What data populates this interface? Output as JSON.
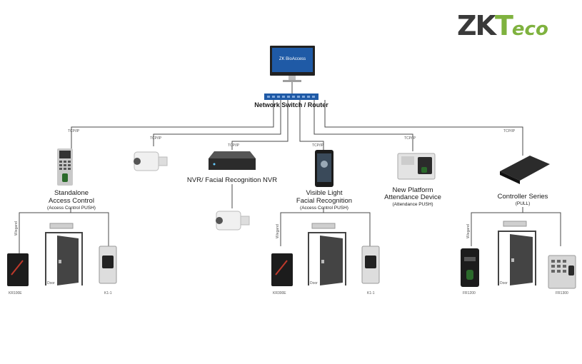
{
  "brand": {
    "logo_main": "ZK",
    "logo_t": "T",
    "logo_eco": "eco"
  },
  "monitor": {
    "screen_text": "ZK BioAccess"
  },
  "switch": {
    "label": "Network Switch / Router"
  },
  "links": {
    "tcpip": "TCP/IP"
  },
  "devices": {
    "standalone": {
      "title1": "Standalone",
      "title2": "Access Control",
      "sub": "(Access Control PUSH)"
    },
    "nvr": {
      "title": "NVR/ Facial Recognition NVR"
    },
    "visible": {
      "title1": "Visible Light",
      "title2": "Facial Recognition",
      "sub": "(Access Control PUSH)"
    },
    "attendance": {
      "title1": "New Platform",
      "title2": "Attendance Device",
      "sub": "(Attendance PUSH)"
    },
    "controller": {
      "title": "Controller Series",
      "sub": "(PULL)"
    }
  },
  "peripherals": {
    "g1_reader": "KR100E",
    "g1_exit": "K1-1",
    "g1_door": "Door",
    "g1_wiegand": "Wiegand",
    "g2_reader": "KR300E",
    "g2_exit": "K1-1",
    "g2_door": "Door",
    "g2_wiegand": "Wiegand",
    "g3_reader": "FR1200",
    "g3_exit": "FR1300",
    "g3_door": "Door",
    "g3_wiegand": "Wiegand"
  },
  "colors": {
    "wire": "#4a4a4a",
    "accent": "#1f5aa6",
    "logo_green": "#7fb23f",
    "device_dark": "#2b2b2b"
  }
}
